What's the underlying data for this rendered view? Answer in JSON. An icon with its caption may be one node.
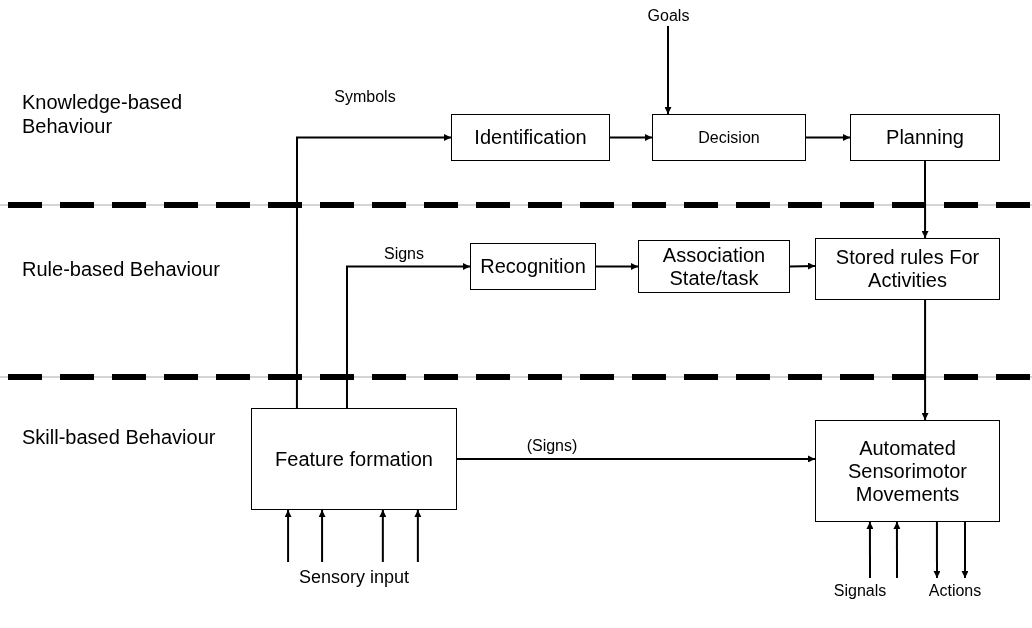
{
  "diagram": {
    "nodes": [
      {
        "text": [
          "Goals"
        ]
      },
      {
        "text": [
          "Identification"
        ]
      },
      {
        "text": [
          "Decision"
        ]
      },
      {
        "text": [
          "Planning"
        ]
      },
      {
        "text": [
          "Recognition"
        ]
      },
      {
        "text": [
          "Association State/task"
        ]
      },
      {
        "text": [
          "Stored rules For Activities"
        ]
      },
      {
        "text": [
          "Feature formation"
        ]
      },
      {
        "text": [
          "Automated Sensorimotor Movements"
        ]
      },
      {
        "text": [
          "Sensory input"
        ]
      },
      {
        "text": [
          "Signals"
        ]
      },
      {
        "text": [
          "Actions"
        ]
      }
    ],
    "edges": [
      {
        "from": 0,
        "to": 2,
        "arrow": "to"
      },
      {
        "from": 7,
        "to": 1,
        "arrow": "to",
        "label": "Symbols"
      },
      {
        "from": 1,
        "to": 2,
        "arrow": "to"
      },
      {
        "from": 2,
        "to": 3,
        "arrow": "to"
      },
      {
        "from": 3,
        "to": 6,
        "arrow": "to"
      },
      {
        "from": 7,
        "to": 4,
        "arrow": "to",
        "label": "Signs"
      },
      {
        "from": 4,
        "to": 5,
        "arrow": "to"
      },
      {
        "from": 5,
        "to": 6,
        "arrow": "to"
      },
      {
        "from": 6,
        "to": 8,
        "arrow": "to"
      },
      {
        "from": 7,
        "to": 8,
        "arrow": "to",
        "label": "(Signs)"
      },
      {
        "from": 9,
        "to": 7,
        "arrow": "to"
      },
      {
        "from": 9,
        "to": 7,
        "arrow": "to"
      },
      {
        "from": 9,
        "to": 7,
        "arrow": "to"
      },
      {
        "from": 9,
        "to": 7,
        "arrow": "to"
      },
      {
        "from": 10,
        "to": 8,
        "arrow": "to"
      },
      {
        "from": 10,
        "to": 8,
        "arrow": "to"
      },
      {
        "from": 8,
        "to": 11,
        "arrow": "to"
      },
      {
        "from": 8,
        "to": 11,
        "arrow": "to"
      }
    ],
    "labels": [
      "Knowledge-based Behaviour",
      "Rule-based Behaviour",
      "Skill-based Behaviour"
    ]
  }
}
